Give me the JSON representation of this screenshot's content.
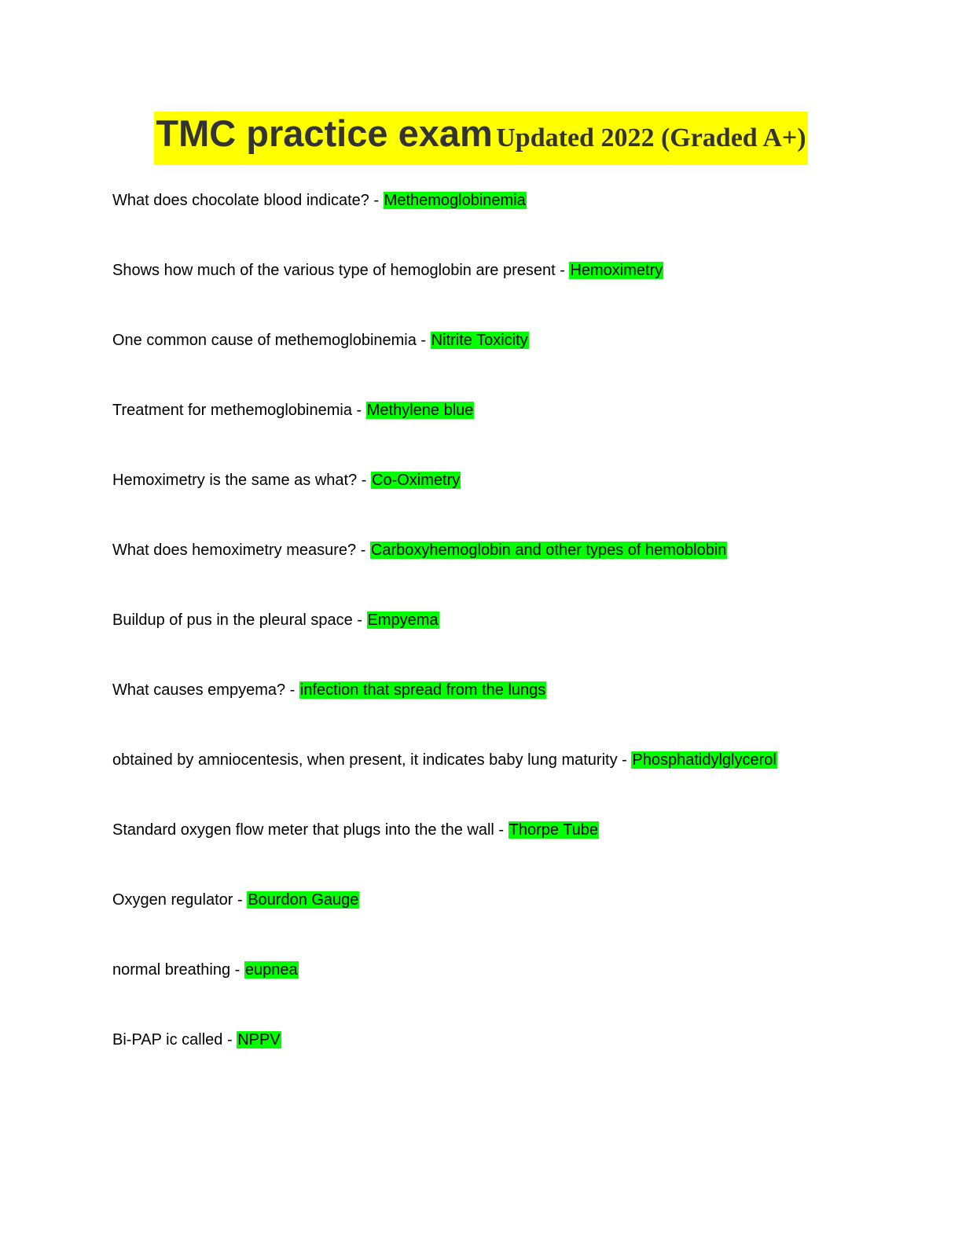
{
  "title": {
    "main": "TMC practice exam",
    "sub": "Updated 2022 (Graded A+)"
  },
  "separator": " - ",
  "items": [
    {
      "question": "What does chocolate blood indicate?",
      "answer": "Methemoglobinemia"
    },
    {
      "question": "Shows how much of the various type of hemoglobin are present",
      "answer": "Hemoximetry"
    },
    {
      "question": "One common cause of methemoglobinemia",
      "answer": "Nitrite Toxicity"
    },
    {
      "question": "Treatment for methemoglobinemia",
      "answer": "Methylene blue"
    },
    {
      "question": "Hemoximetry is the same as what?",
      "answer": "Co-Oximetry"
    },
    {
      "question": "What does hemoximetry measure?",
      "answer": "Carboxyhemoglobin and other types of hemoblobin"
    },
    {
      "question": "Buildup of pus in the pleural space",
      "answer": "Empyema"
    },
    {
      "question": "What causes empyema?",
      "answer": "infection that spread from the lungs"
    },
    {
      "question": "obtained by amniocentesis, when present, it indicates baby lung maturity",
      "answer": "Phosphatidylglycerol"
    },
    {
      "question": "Standard oxygen flow meter that plugs into the the wall",
      "answer": "Thorpe Tube"
    },
    {
      "question": "Oxygen regulator",
      "answer": "Bourdon Gauge"
    },
    {
      "question": "normal breathing",
      "answer": "eupnea"
    },
    {
      "question": "Bi-PAP ic called",
      "answer": "NPPV"
    }
  ],
  "colors": {
    "title_highlight": "#ffff00",
    "answer_highlight": "#00ff00",
    "title_text": "#333333"
  }
}
